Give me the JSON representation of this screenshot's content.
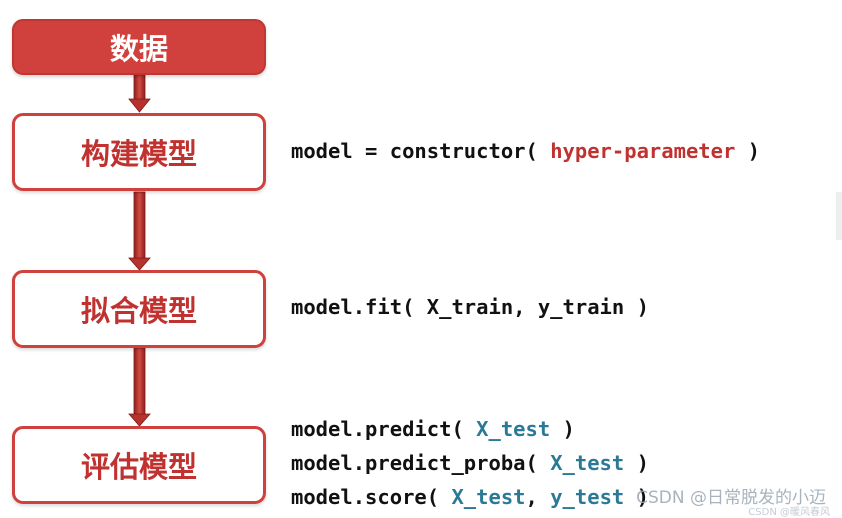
{
  "flow": {
    "data_label": "数据",
    "build_label": "构建模型",
    "fit_label": "拟合模型",
    "eval_label": "评估模型"
  },
  "code": {
    "construct": {
      "prefix": "model = constructor( ",
      "param": "hyper-parameter",
      "suffix": " )"
    },
    "fit": {
      "text": "model.fit( X_train, y_train )"
    },
    "predict": {
      "prefix": "model.predict( ",
      "arg": "X_test",
      "suffix": " )"
    },
    "predict_proba": {
      "prefix": "model.predict_proba( ",
      "arg": "X_test",
      "suffix": " )"
    },
    "score": {
      "prefix": "model.score( ",
      "arg1": "X_test",
      "sep": ", ",
      "arg2": "y_test",
      "suffix": " )"
    }
  },
  "watermark": {
    "text": "CSDN @日常脱发的小迈",
    "text2": "CSDN @暖风春风"
  },
  "colors": {
    "accent": "#d0403c",
    "arg_highlight": "#2a7a96",
    "param_highlight": "#c0322f"
  }
}
